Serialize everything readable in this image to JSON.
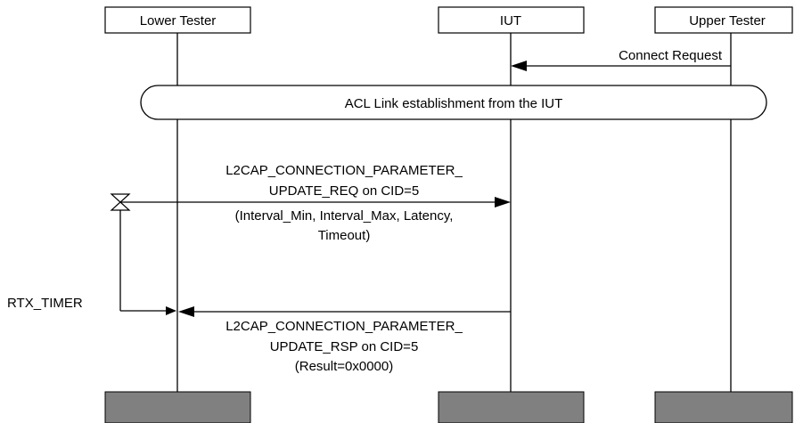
{
  "lifelines": {
    "lower_tester": "Lower Tester",
    "iut": "IUT",
    "upper_tester": "Upper Tester"
  },
  "messages": {
    "connect_request": "Connect Request",
    "acl_link": "ACL Link establishment from the IUT",
    "update_req": [
      "L2CAP_CONNECTION_PARAMETER_",
      "UPDATE_REQ on CID=5",
      "(Interval_Min, Interval_Max, Latency,",
      "Timeout)"
    ],
    "update_rsp": [
      "L2CAP_CONNECTION_PARAMETER_",
      "UPDATE_RSP on CID=5",
      "(Result=0x0000)"
    ]
  },
  "timer": {
    "label": "RTX_TIMER"
  },
  "colors": {
    "line": "#000000",
    "end_block": "#808080",
    "background": "#ffffff"
  }
}
